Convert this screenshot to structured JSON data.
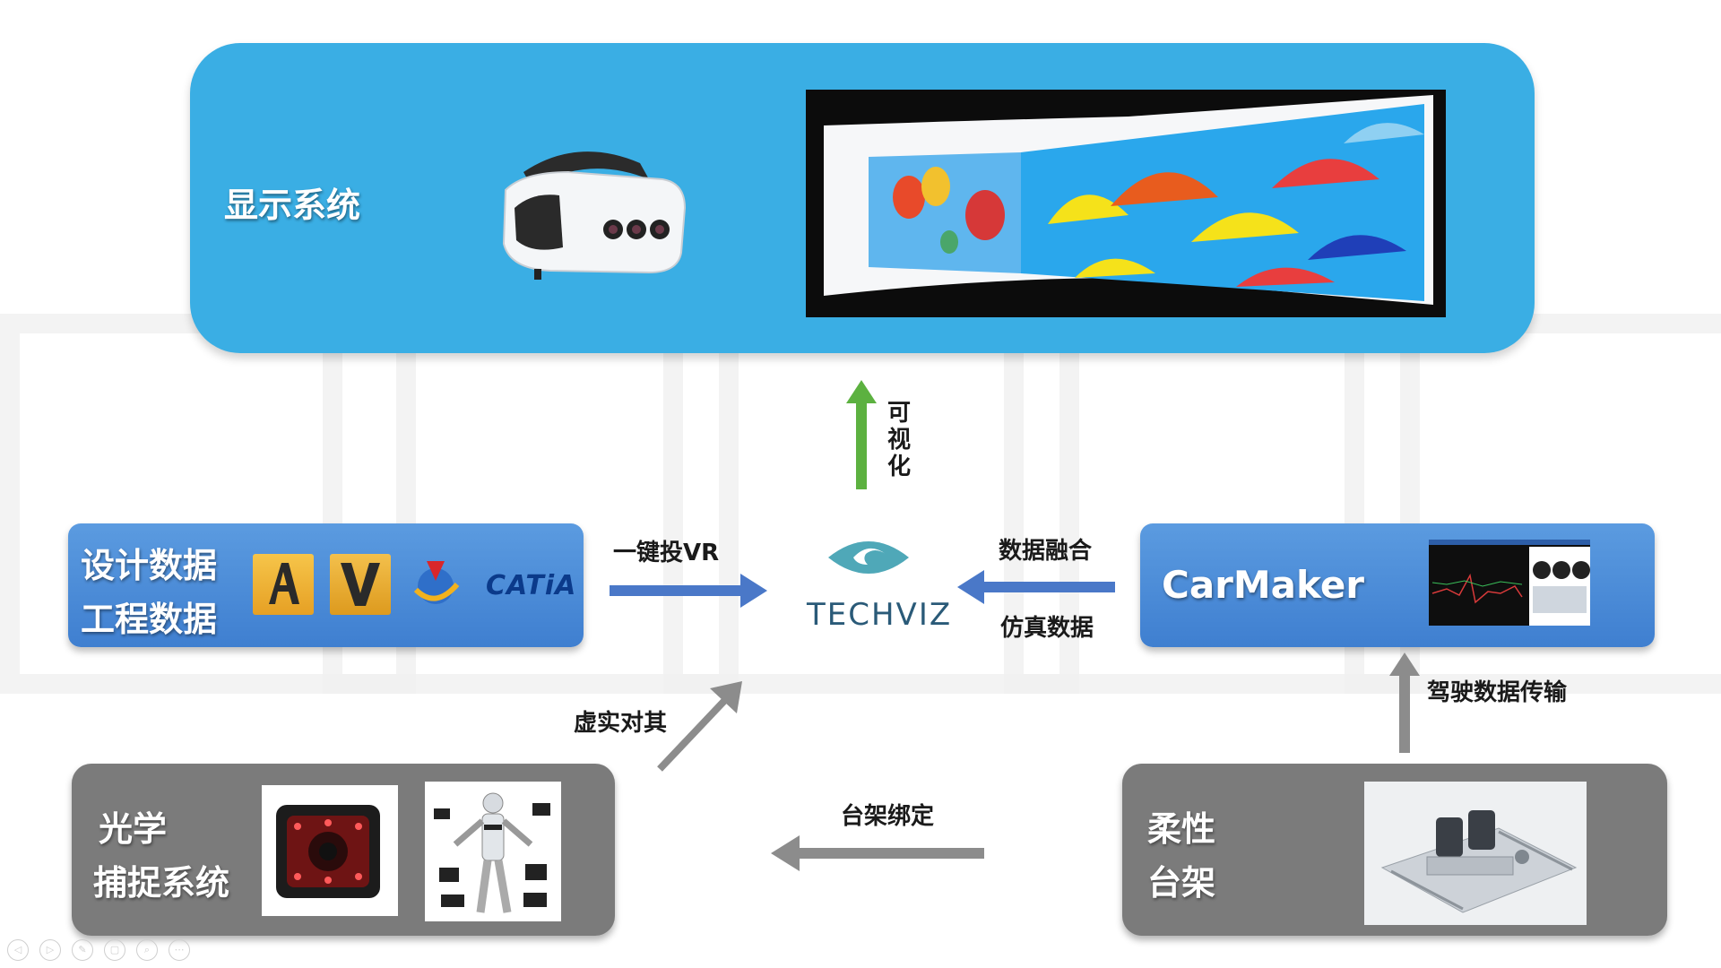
{
  "display_system": {
    "title": "显示系统"
  },
  "design_data": {
    "line1": "设计数据",
    "line2": "工程数据",
    "catia_label": "CATiA"
  },
  "carmaker": {
    "title": "CarMaker"
  },
  "techviz": {
    "label": "TECHVIZ"
  },
  "optical": {
    "line1": "光学",
    "line2": "捕捉系统"
  },
  "flexible_rig": {
    "line1": "柔性",
    "line2": "台架"
  },
  "flows": {
    "visualize": "可视化",
    "one_click_vr": "一键投VR",
    "data_fusion": "数据融合",
    "sim_data": "仿真数据",
    "driving_data": "驾驶数据传输",
    "virtual_align": "虚实对其",
    "rig_binding": "台架绑定"
  },
  "colors": {
    "display_bg": "#3aaee4",
    "blue_box": "#4a8ed8",
    "gray_box": "#7b7b7b",
    "arrow_blue": "#4a78c8",
    "arrow_green": "#5cb140",
    "arrow_gray": "#8c8c8c"
  }
}
